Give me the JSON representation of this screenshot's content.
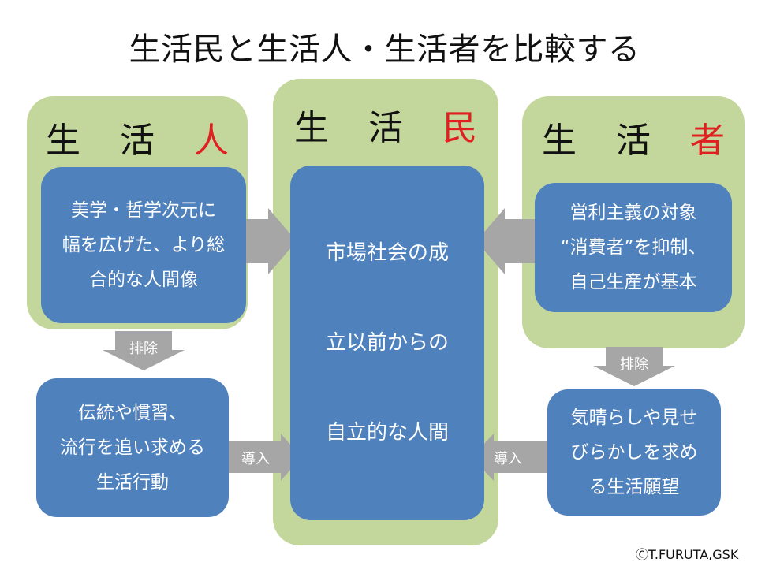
{
  "title": "生活民と生活人・生活者を比較する",
  "left": {
    "heading_base": "生 活 ",
    "heading_accent": "人",
    "top_box": "美学・哲学次元に\n幅を広げた、より総\n合的な人間像",
    "down_label": "排除",
    "bottom_box": "伝統や慣習、\n流行を追い求める\n生活行動",
    "in_label": "導入"
  },
  "center": {
    "heading_base": "生 活 ",
    "heading_accent": "民",
    "box": "市場社会の成\n立以前からの\n自立的な人間"
  },
  "right": {
    "heading_base": "生 活 ",
    "heading_accent": "者",
    "top_box": "営利主義の対象\n“消費者”を抑制、\n自己生産が基本",
    "down_label": "排除",
    "bottom_box": "気晴らしや見せ\nびらかしを求め\nる生活願望",
    "in_label": "導入"
  },
  "copyright": "ⒸT.FURUTA,GSK",
  "colors": {
    "green_panel": "#c3d69b",
    "blue_box": "#4f81bd",
    "arrow": "#a6a6a6",
    "accent_red": "#e02020"
  }
}
